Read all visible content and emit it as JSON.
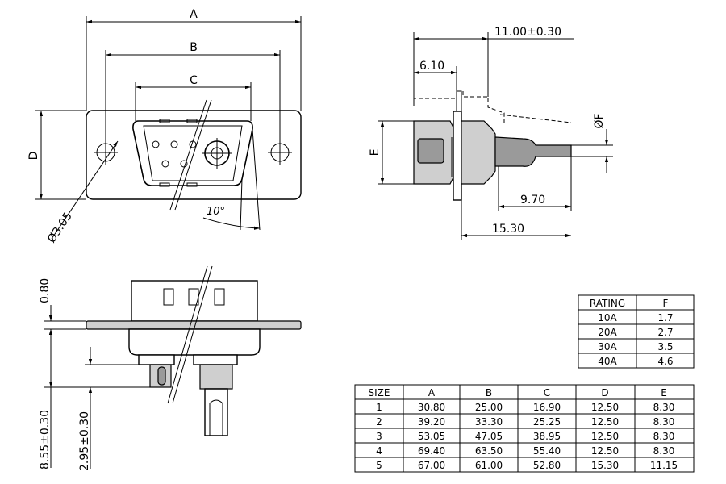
{
  "dimensions": {
    "A": "A",
    "B": "B",
    "C": "C",
    "D": "D",
    "E": "E",
    "F": "ØF",
    "hole_diameter": "Ø3.05",
    "angle": "10°",
    "length_total": "11.00±0.30",
    "length_front": "6.10",
    "length_rear": "9.70",
    "length_overall": "15.30",
    "flange_thickness": "0.80",
    "pin_depth": "8.55±0.30",
    "tail_depth": "2.95±0.30"
  },
  "rating_table": {
    "headers": [
      "RATING",
      "F"
    ],
    "rows": [
      [
        "10A",
        "1.7"
      ],
      [
        "20A",
        "2.7"
      ],
      [
        "30A",
        "3.5"
      ],
      [
        "40A",
        "4.6"
      ]
    ]
  },
  "size_table": {
    "headers": [
      "SIZE",
      "A",
      "B",
      "C",
      "D",
      "E"
    ],
    "rows": [
      [
        "1",
        "30.80",
        "25.00",
        "16.90",
        "12.50",
        "8.30"
      ],
      [
        "2",
        "39.20",
        "33.30",
        "25.25",
        "12.50",
        "8.30"
      ],
      [
        "3",
        "53.05",
        "47.05",
        "38.95",
        "12.50",
        "8.30"
      ],
      [
        "4",
        "69.40",
        "63.50",
        "55.40",
        "12.50",
        "8.30"
      ],
      [
        "5",
        "67.00",
        "61.00",
        "52.80",
        "15.30",
        "11.15"
      ]
    ]
  }
}
